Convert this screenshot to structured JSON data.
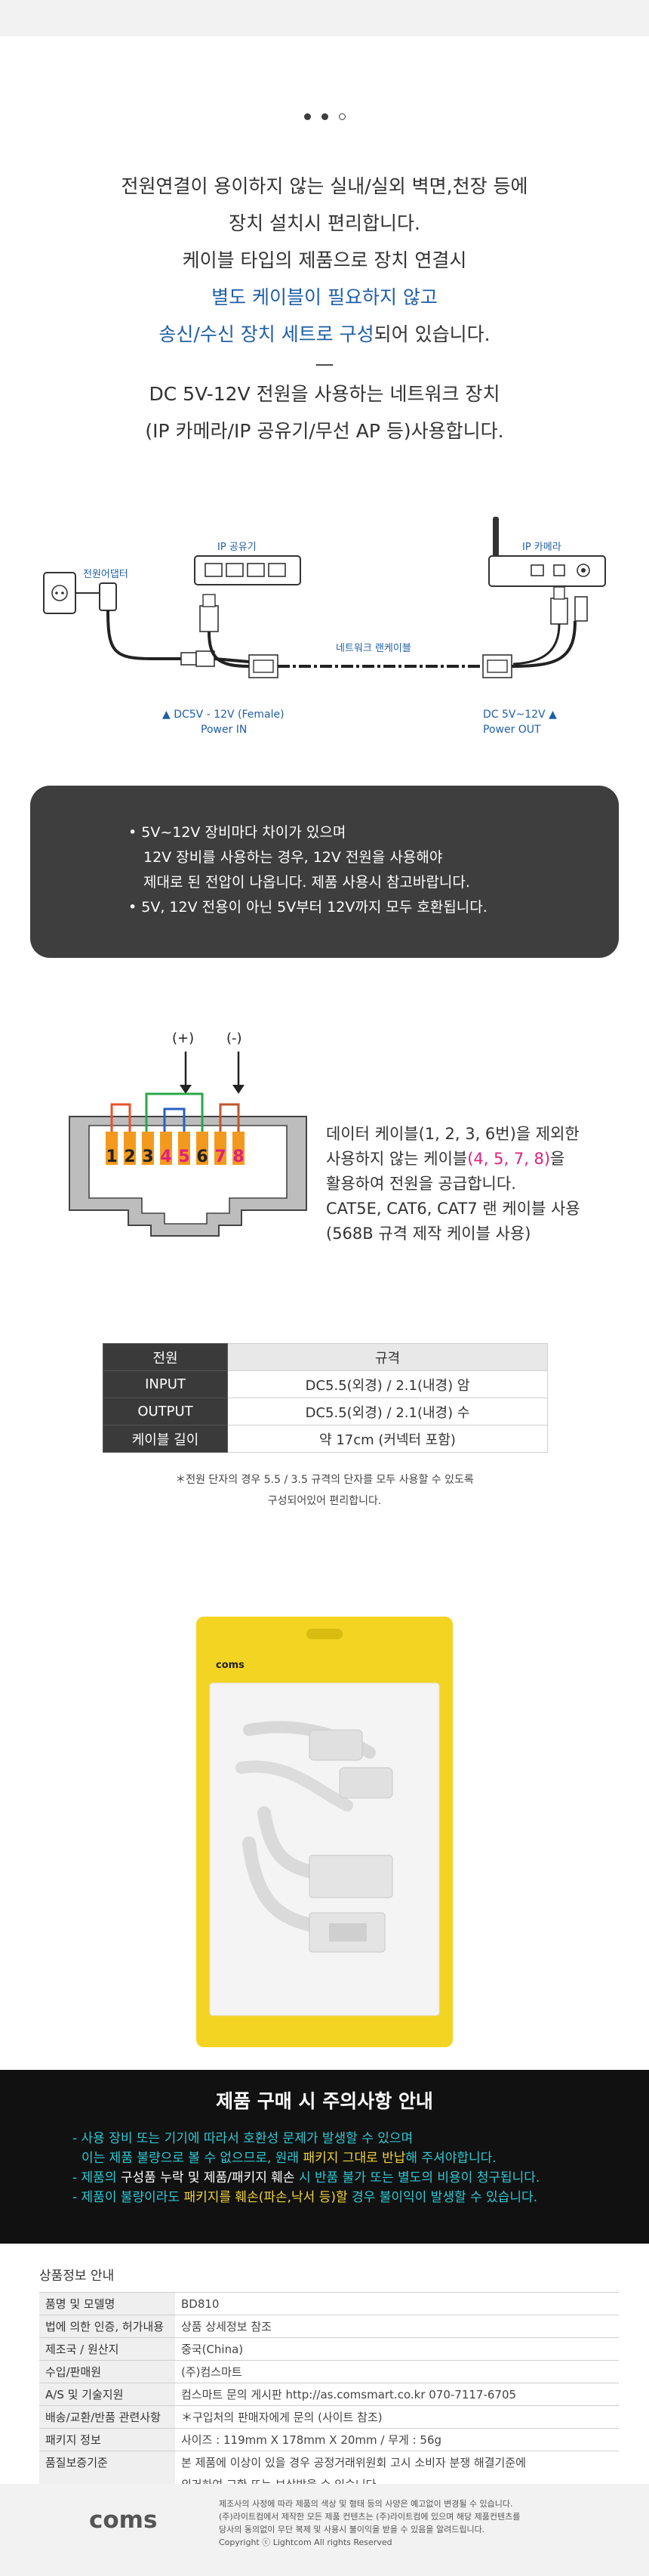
{
  "intro": {
    "line1": "전원연결이 용이하지 않는 실내/실외 벽면,천장 등에",
    "line2": "장치 설치시 편리합니다.",
    "line3": "케이블 타입의 제품으로 장치 연결시",
    "line4": "별도 케이블이 필요하지 않고",
    "line5_blue": "송신/수신 장치 세트로 구성",
    "line5_rest": "되어 있습니다.",
    "dash": "—",
    "line6": "DC 5V-12V 전원을 사용하는 네트워크 장치",
    "line7": "(IP 카메라/IP 공유기/무선 AP 등)사용합니다."
  },
  "diagram": {
    "router_label": "IP 공유기",
    "camera_label": "IP 카메라",
    "adapter_label": "전원어댑터",
    "cable_label": "네트워크 랜케이블",
    "power_in_1": "▲ DC5V - 12V (Female)",
    "power_in_2": "Power IN",
    "power_out_1": "DC 5V~12V  ▲",
    "power_out_2": "Power OUT"
  },
  "notes": {
    "n1": "• 5V~12V 장비마다 차이가 있으며",
    "n2": "12V 장비를 사용하는 경우, 12V 전원을 사용해야",
    "n3": "제대로 된 전압이 나옵니다. 제품 사용시 참고바랍니다.",
    "n4": "• 5V, 12V 전용이 아닌 5V부터 12V까지 모두 호환됩니다."
  },
  "pinout": {
    "plus": "(+)",
    "minus": "(-)",
    "pins": [
      "1",
      "2",
      "3",
      "4",
      "5",
      "6",
      "7",
      "8"
    ],
    "desc1": "데이터 케이블(1, 2, 3, 6번)을 제외한",
    "desc2_a": "사용하지 않는  케이블",
    "desc2_b": "(4, 5, 7, 8)",
    "desc2_c": "을",
    "desc3": "활용하여 전원을 공급합니다.",
    "desc4": "CAT5E, CAT6, CAT7 랜 케이블 사용",
    "desc5": "(568B 규격 제작 케이블 사용)"
  },
  "spec": {
    "h_label": "전원",
    "h_value": "규격",
    "rows": [
      {
        "label": "INPUT",
        "value": "DC5.5(외경) / 2.1(내경) 암"
      },
      {
        "label": "OUTPUT",
        "value": "DC5.5(외경) / 2.1(내경) 수"
      },
      {
        "label": "케이블 길이",
        "value": "약 17cm (커넥터 포함)"
      }
    ],
    "note1": "＊전원 단자의 경우 5.5 / 3.5 규격의 단자를 모두 사용할 수 있도록",
    "note2": "구성되어있어 편리합니다."
  },
  "photo": {
    "brand": "coms"
  },
  "warning": {
    "title": "제품 구매 시 주의사항 안내",
    "l1": "- 사용 장비 또는 기기에 따라서 호환성 문제가 발생할 수 있으며",
    "l2_a": "이는 제품 불량으로 볼 수 없으므로, 원래 ",
    "l2_b": "패키지 그대로 반납",
    "l2_c": "해 주셔야합니다.",
    "l3_a": "- 제품의 ",
    "l3_b": "구성품 누락 및 제품/패키지 훼손",
    "l3_c": " 시 반품 불가 또는 별도의 비용이 청구됩니다.",
    "l4_a": "- 제품이 불량이라도 ",
    "l4_b": "패키지를 훼손(파손,낙서 등)할",
    "l4_c": " 경우 불이익이 발생할 수 있습니다."
  },
  "info": {
    "title": "상품정보 안내",
    "rows": [
      {
        "k": "품명 및 모델명",
        "v": "BD810"
      },
      {
        "k": "법에 의한 인증, 허가내용",
        "v": "상품 상세정보 참조"
      },
      {
        "k": "제조국 / 원산지",
        "v": "중국(China)"
      },
      {
        "k": "수입/판매원",
        "v": "(주)컴스마트"
      },
      {
        "k": "A/S 및 기술지원",
        "v": "컴스마트 문의 게시판   http://as.comsmart.co.kr  070-7117-6705"
      },
      {
        "k": "배송/교환/반품 관련사항",
        "v": "＊구입처의 판매자에게 문의 (사이트 참조)"
      },
      {
        "k": "패키지 정보",
        "v": "사이즈 : 119mm X 178mm X 20mm   /   무게 : 56g"
      },
      {
        "k": "품질보증기준",
        "v": "본 제품에 이상이 있을 경우 공정거래위원회 고시 소비자 분쟁 해결기준에"
      },
      {
        "k": "",
        "v": "의거하여 교환 또는 보상받을 수 있습니다."
      }
    ]
  },
  "footer": {
    "logo": "coms",
    "t1": "제조사의 사정에 따라 제품의 색상 및 형태 등의 사양은 예고없이 변경될 수 있습니다.",
    "t2": "(주)라이트컴에서 제작한 모든 제품 컨텐츠는 (주)라이트컴에 있으며 해당 제품컨텐츠를",
    "t3": "당사의 동의없이 무단 복제 및 사용시 불이익을 받을 수 있음을 알려드립니다.",
    "t4": "Copyright ⓒ Lightcom All rights Reserved"
  }
}
